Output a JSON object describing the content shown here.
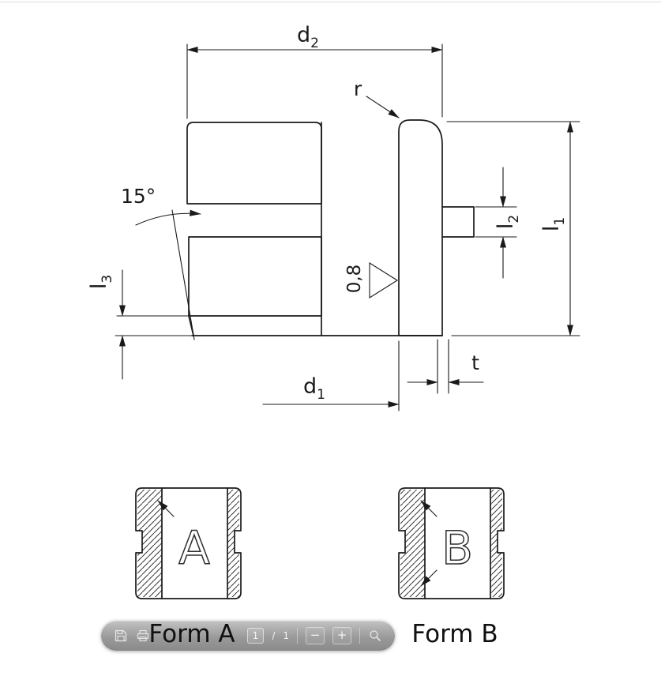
{
  "page": {
    "background": "#ffffff",
    "edge_line": "#dcdcdc"
  },
  "drawing": {
    "line_color": "#1a1a1a",
    "dimensions": {
      "d2": {
        "main": "d",
        "sub": "2"
      },
      "d1": {
        "main": "d",
        "sub": "1"
      },
      "l1": {
        "main": "l",
        "sub": "1"
      },
      "l2": {
        "main": "l",
        "sub": "2"
      },
      "l3": {
        "main": "l",
        "sub": "3"
      },
      "r": "r",
      "t": "t",
      "angle": "15°",
      "roughness": "0,8"
    },
    "forms": {
      "a": {
        "letter": "A",
        "caption": "Form A"
      },
      "b": {
        "letter": "B",
        "caption": "Form B"
      }
    }
  },
  "toolbar": {
    "icons": {
      "save": "save-icon",
      "print": "print-icon",
      "fit": "fit-width-icon"
    },
    "page_current": "1",
    "page_separator": "/",
    "page_total": "1",
    "zoom_out_label": "−",
    "zoom_in_label": "+"
  }
}
